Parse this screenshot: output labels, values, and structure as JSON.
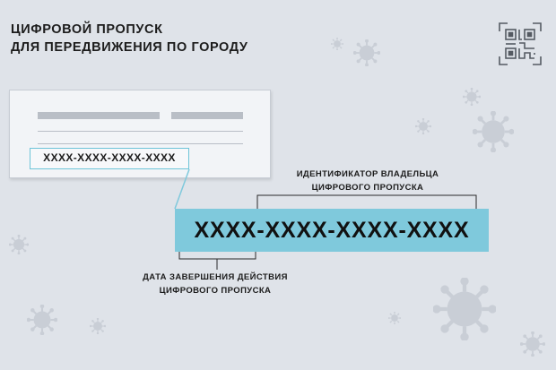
{
  "title": {
    "line1": "ЦИФРОВОЙ ПРОПУСК",
    "line2": "ДЛЯ ПЕРЕДВИЖЕНИЯ ПО ГОРОДУ"
  },
  "card": {
    "pass_code": "XXXX-XXXX-XXXX-XXXX"
  },
  "pass_code_large": "XXXX-XXXX-XXXX-XXXX",
  "labels": {
    "owner_line1": "ИДЕНТИФИКАТОР ВЛАДЕЛЬЦА",
    "owner_line2": "ЦИФРОВОГО ПРОПУСКА",
    "expiry_line1": "ДАТА ЗАВЕРШЕНИЯ ДЕЙСТВИЯ",
    "expiry_line2": "ЦИФРОВОГО ПРОПУСКА"
  },
  "icons": {
    "qr": "qr-code-icon",
    "virus": "virus-icon"
  },
  "colors": {
    "background": "#dfe3e9",
    "accent": "#7fc9dc",
    "text": "#1c1c1c"
  }
}
